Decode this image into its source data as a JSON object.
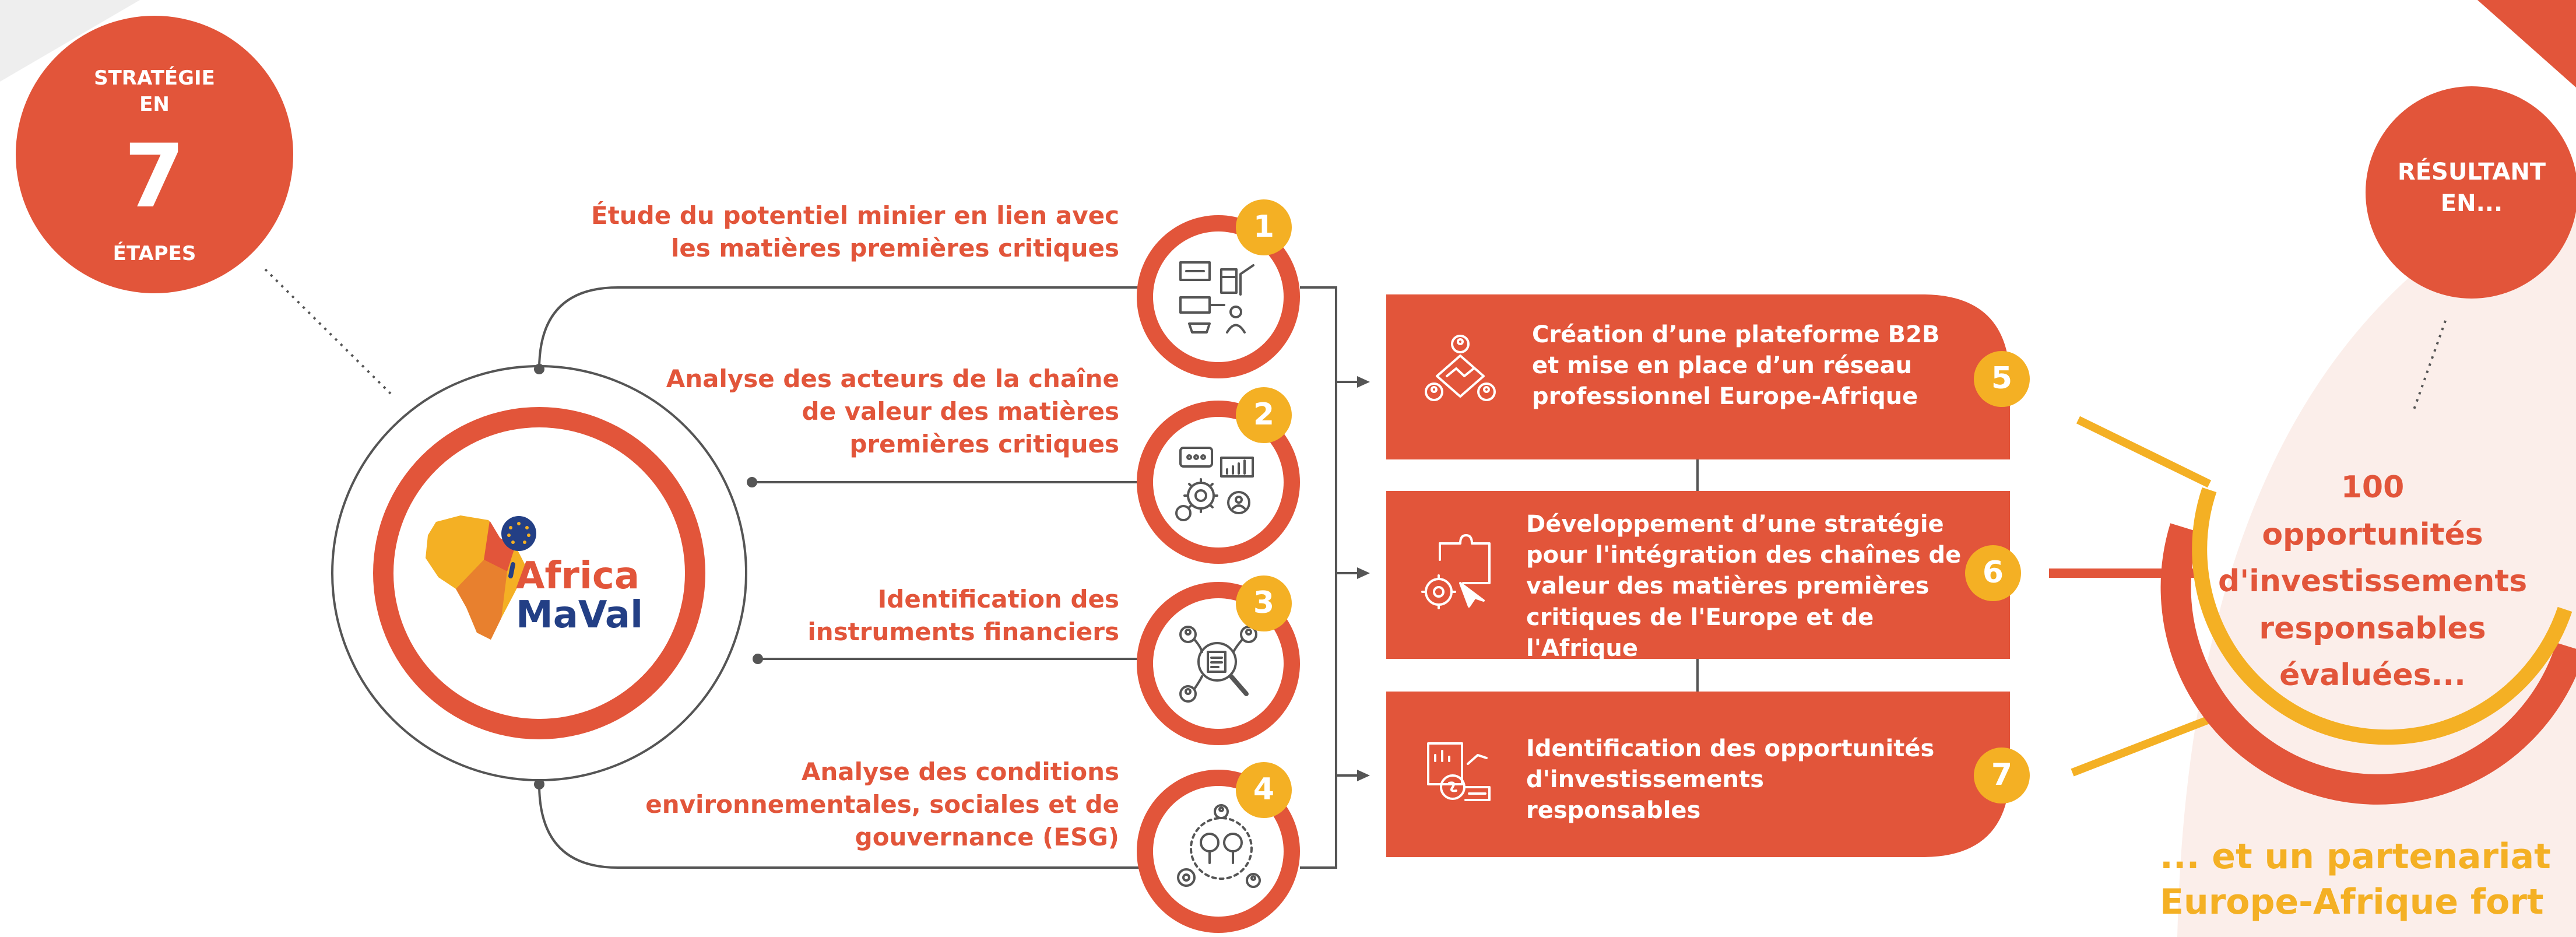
{
  "colors": {
    "accent_red": "#e2553a",
    "accent_yellow": "#f4b024",
    "light_grey": "#eeeeee",
    "navy": "#233f85",
    "line_grey": "#555555"
  },
  "strategy_badge": {
    "line1": "STRATÉGIE",
    "line2": "EN",
    "number": "7",
    "line3": "ÉTAPES"
  },
  "result_badge": {
    "line1": "RÉSULTANT",
    "line2": "EN..."
  },
  "logo": {
    "word1": "Africa",
    "word2": "MaVal",
    "icon": "africa-map-eu-stars-icon"
  },
  "steps": [
    {
      "number": "1",
      "lines": [
        "Étude du potentiel minier en lien avec",
        "les matières premières critiques"
      ],
      "icon": "mining-survey-icon"
    },
    {
      "number": "2",
      "lines": [
        "Analyse des acteurs de la chaîne",
        "de valeur des matières",
        "premières critiques"
      ],
      "icon": "gears-network-icon"
    },
    {
      "number": "3",
      "lines": [
        "Identification des",
        "instruments financiers"
      ],
      "icon": "magnifier-document-icon"
    },
    {
      "number": "4",
      "lines": [
        "Analyse des conditions",
        "environnementales, sociales et de",
        "gouvernance (ESG)"
      ],
      "icon": "trees-people-icon"
    }
  ],
  "outcomes": [
    {
      "number": "5",
      "lines": [
        "Création d’une plateforme B2B",
        "et mise en place d’un réseau",
        "professionnel Europe-Afrique"
      ],
      "icon": "handshake-network-icon"
    },
    {
      "number": "6",
      "lines": [
        "Développement d’une stratégie",
        "pour l'intégration des chaînes de",
        "valeur des matières premières",
        "critiques de l'Europe et de l'Afrique"
      ],
      "icon": "puzzle-gear-icon"
    },
    {
      "number": "7",
      "lines": [
        "Identification des opportunités",
        "d'investissements responsables"
      ],
      "icon": "investment-report-icon"
    }
  ],
  "result": {
    "lines": [
      "100",
      "opportunités",
      "d'investissements",
      "responsables",
      "évaluées..."
    ]
  },
  "partnership": {
    "lines": [
      "... et un partenariat",
      "Europe-Afrique fort"
    ]
  }
}
